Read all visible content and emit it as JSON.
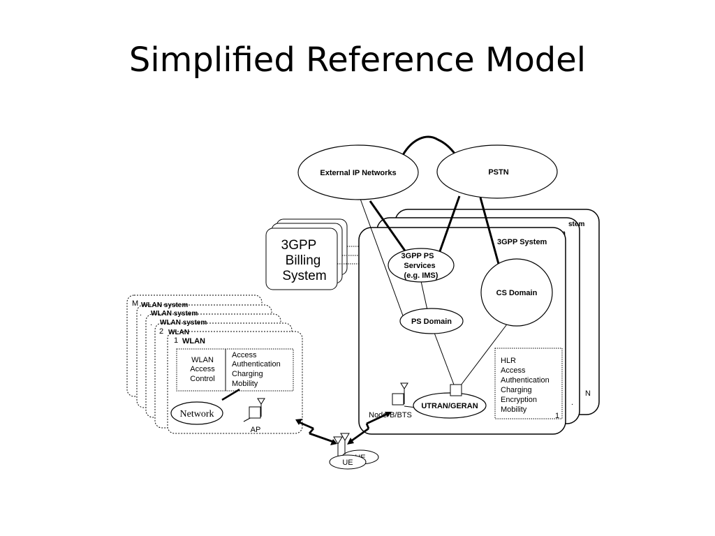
{
  "title": "Simplified Reference Model",
  "wlan": {
    "stack_labels": [
      "M",
      "WLAN system",
      "WLAN system",
      "WLAN system",
      "2",
      "WLAN",
      "1"
    ],
    "box_title": "WLAN",
    "access_control": [
      "WLAN",
      "Access",
      "Control"
    ],
    "functions": [
      "Access",
      "Authentication",
      "Charging",
      "Mobility"
    ],
    "network_label": "Network",
    "ap_label": "AP",
    "dots": ".",
    "dots2": "."
  },
  "billing": {
    "lines": [
      "3GPP",
      "Billing",
      "System"
    ]
  },
  "external": {
    "ip_networks": "External IP Networks",
    "pstn": "PSTN"
  },
  "system3gpp": {
    "back_labels": [
      "stem",
      "m"
    ],
    "label": "3GPP System",
    "ps_services": [
      "3GPP PS",
      "Services",
      "(e.g. IMS)"
    ],
    "cs_domain": "CS Domain",
    "ps_domain": "PS Domain",
    "utran": "UTRAN/GERAN",
    "nodeb": "Node-B/BTS",
    "hlr_functions": [
      "HLR",
      "Access",
      "Authentication",
      "Charging",
      "Encryption",
      "Mobility"
    ],
    "index_1": "1",
    "index_n": "N",
    "dot": "."
  },
  "ue": {
    "label": "UE",
    "back_label": "UE"
  }
}
